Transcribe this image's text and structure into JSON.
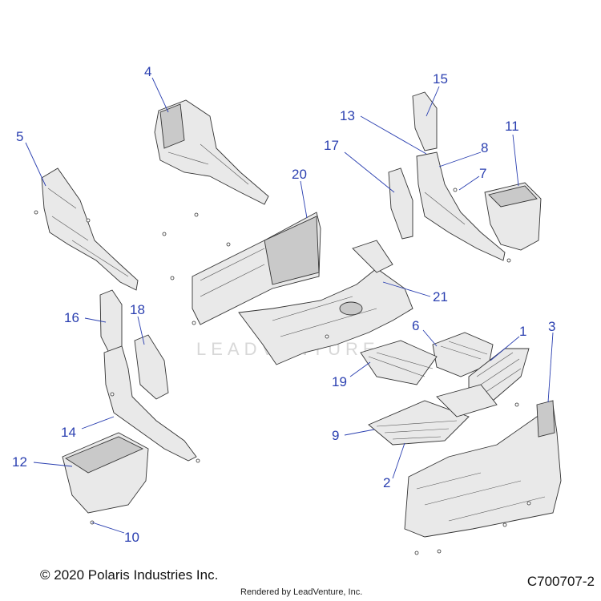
{
  "callouts": [
    {
      "label": "1"
    },
    {
      "label": "2"
    },
    {
      "label": "3"
    },
    {
      "label": "4"
    },
    {
      "label": "5"
    },
    {
      "label": "6"
    },
    {
      "label": "7"
    },
    {
      "label": "8"
    },
    {
      "label": "9"
    },
    {
      "label": "10"
    },
    {
      "label": "11"
    },
    {
      "label": "12"
    },
    {
      "label": "13"
    },
    {
      "label": "14"
    },
    {
      "label": "15"
    },
    {
      "label": "16"
    },
    {
      "label": "17"
    },
    {
      "label": "18"
    },
    {
      "label": "19"
    },
    {
      "label": "20"
    },
    {
      "label": "21"
    }
  ],
  "watermark": "LEADVENTURE",
  "footer": {
    "copyright": "© 2020 Polaris Industries Inc.",
    "rendered_by": "Rendered by LeadVenture, Inc.",
    "code": "C700707-2"
  },
  "colors": {
    "callout": "#2a3fb0",
    "part_fill": "#e9e9e9",
    "outline": "#333333"
  }
}
